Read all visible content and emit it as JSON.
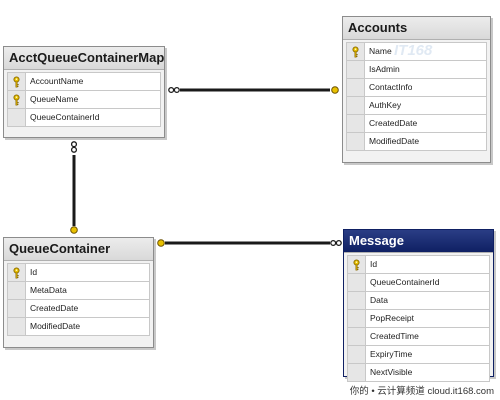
{
  "tables": {
    "acct_map": {
      "title": "AcctQueueContainerMap",
      "fields": [
        {
          "name": "AccountName",
          "key": true
        },
        {
          "name": "QueueName",
          "key": true
        },
        {
          "name": "QueueContainerId",
          "key": false
        }
      ]
    },
    "accounts": {
      "title": "Accounts",
      "fields": [
        {
          "name": "Name",
          "key": true
        },
        {
          "name": "IsAdmin",
          "key": false
        },
        {
          "name": "ContactInfo",
          "key": false
        },
        {
          "name": "AuthKey",
          "key": false
        },
        {
          "name": "CreatedDate",
          "key": false
        },
        {
          "name": "ModifiedDate",
          "key": false
        }
      ]
    },
    "queue_container": {
      "title": "QueueContainer",
      "fields": [
        {
          "name": "Id",
          "key": true
        },
        {
          "name": "MetaData",
          "key": false
        },
        {
          "name": "CreatedDate",
          "key": false
        },
        {
          "name": "ModifiedDate",
          "key": false
        }
      ]
    },
    "message": {
      "title": "Message",
      "fields": [
        {
          "name": "Id",
          "key": true
        },
        {
          "name": "QueueContainerId",
          "key": false
        },
        {
          "name": "Data",
          "key": false
        },
        {
          "name": "PopReceipt",
          "key": false
        },
        {
          "name": "CreatedTime",
          "key": false
        },
        {
          "name": "ExpiryTime",
          "key": false
        },
        {
          "name": "NextVisible",
          "key": false
        }
      ]
    }
  },
  "watermark": {
    "bottom": "你的 • 云计算频道  cloud.it168.com",
    "top": "IT168"
  },
  "colors": {
    "line": "#1a1a1a",
    "key": "#c8a000",
    "selected_header": "#0f2063"
  }
}
